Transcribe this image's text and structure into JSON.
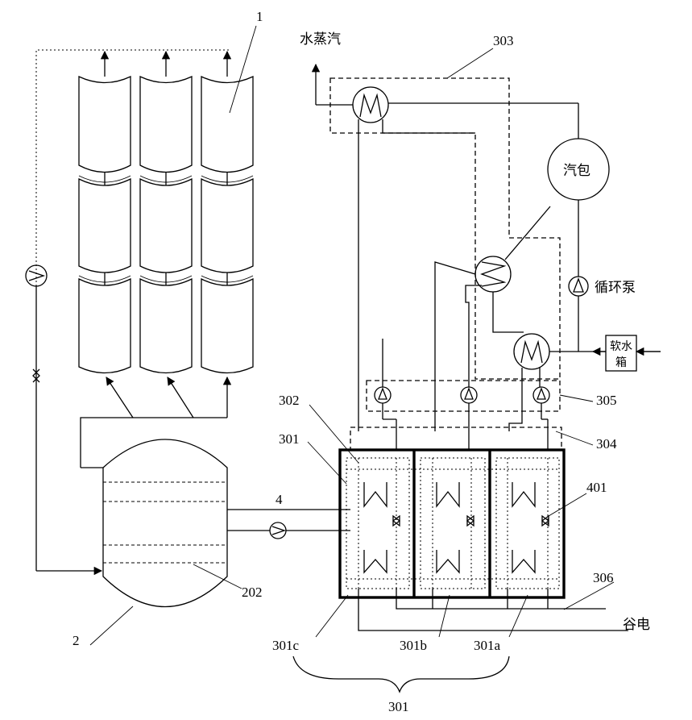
{
  "labels": {
    "collector_array": "1",
    "storage_tank": "2",
    "tank_part": "202",
    "pipe": "4",
    "heat_storage": "301",
    "module_302": "302",
    "dashed_box_303": "303",
    "dashed_line_304": "304",
    "pump_group": "305",
    "module_306": "306",
    "valve_401": "401",
    "sub_a": "301a",
    "sub_b": "301b",
    "sub_c": "301c",
    "bottom_brace": "301"
  },
  "text": {
    "steam": "水蒸汽",
    "drum": "汽包",
    "circulation_pump": "循环泵",
    "soft_water_tank_line1": "软水",
    "soft_water_tank_line2": "箱",
    "valley_power": "谷电"
  },
  "colors": {
    "line": "#000000",
    "background": "#ffffff"
  }
}
